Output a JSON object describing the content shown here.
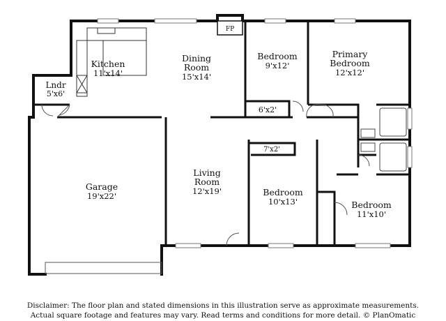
{
  "rooms": {
    "kitchen": {
      "name": "Kitchen",
      "dims": "11'x14'"
    },
    "dining": {
      "name1": "Dining",
      "name2": "Room",
      "dims": "15'x14'"
    },
    "bedroom1": {
      "name": "Bedroom",
      "dims": "9'x12'"
    },
    "primary": {
      "name1": "Primary",
      "name2": "Bedroom",
      "dims": "12'x12'"
    },
    "laundry": {
      "name": "Lndr",
      "dims": "5'x6'"
    },
    "closet1": {
      "dims": "6'x2'"
    },
    "closet2": {
      "dims": "7'x2'"
    },
    "garage": {
      "name": "Garage",
      "dims": "19'x22'"
    },
    "living": {
      "name1": "Living",
      "name2": "Room",
      "dims": "12'x19'"
    },
    "bedroom2": {
      "name": "Bedroom",
      "dims": "10'x13'"
    },
    "bedroom3": {
      "name": "Bedroom",
      "dims": "11'x10'"
    }
  },
  "fireplace_label": "FP",
  "disclaimer": {
    "line1": "Disclaimer: The floor plan and stated dimensions in this illustration serve as approximate measurements.",
    "line2": "Actual square footage and features may vary. Read terms and conditions for more detail. © PlanOmatic"
  }
}
